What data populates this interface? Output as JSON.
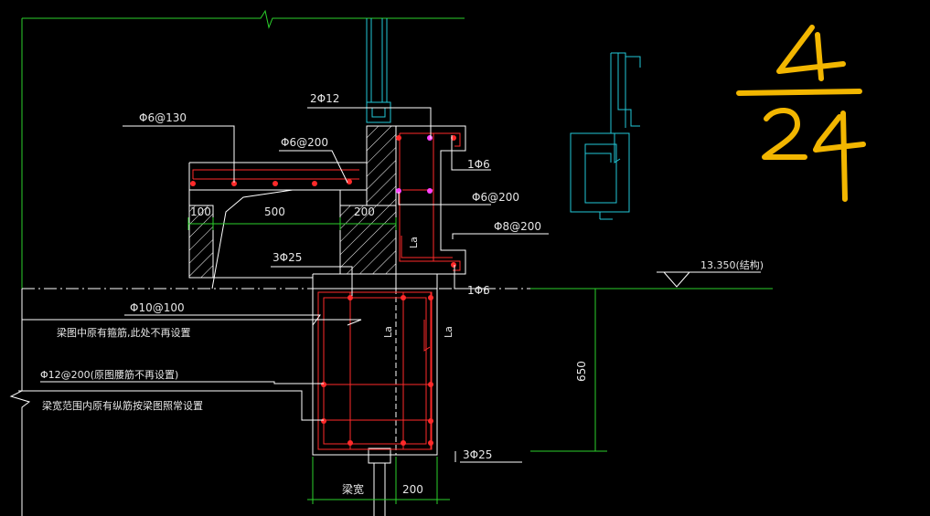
{
  "colors": {
    "background": "#000000",
    "outline": "#ffffff",
    "rebar": "#ff2a2a",
    "dimension": "#2bd12b",
    "leader": "#ffffff",
    "detail": "#22c8d8",
    "handwriting": "#f2b600",
    "magenta": "#ff44ff"
  },
  "labels": {
    "top_bar": "2Φ12",
    "slab_stirrup": "Φ6@130",
    "slab_dist": "Φ6@200",
    "lug_top": "1Φ6",
    "wall_tie": "Φ6@200",
    "wall_bar": "Φ8@200",
    "lug_bottom": "1Φ6",
    "beam_top": "3Φ25",
    "beam_stirrup": "Φ10@100",
    "note_stirrup": "梁图中原有箍筋,此处不再设置",
    "beam_side": "Φ12@200(原图腰筋不再设置)",
    "note_side": "梁宽范围内原有纵筋按梁图照常设置",
    "beam_bottom": "3Φ25",
    "elev": "13.350(结构)",
    "dim_100": "100",
    "dim_500": "500",
    "dim_200_top": "200",
    "dim_650": "650",
    "beam_width": "梁宽",
    "dim_200_bottom": "200",
    "la_1": "La",
    "la_2": "La",
    "la_3": "La"
  },
  "handwritten": {
    "numerator": "4",
    "denominator": "24"
  }
}
